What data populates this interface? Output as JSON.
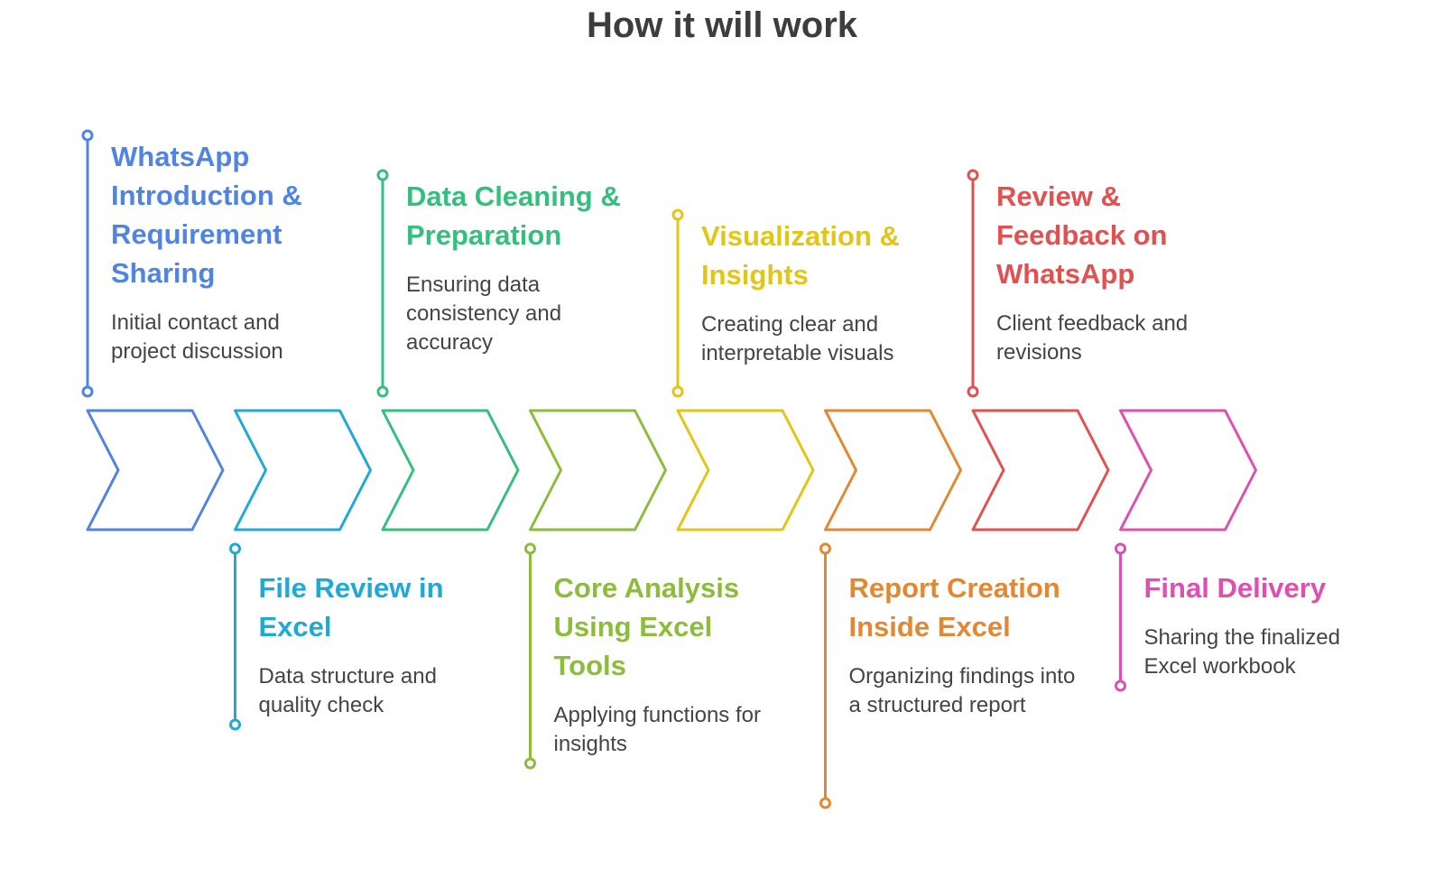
{
  "page": {
    "title": "How it will work"
  },
  "steps": [
    {
      "title": "WhatsApp Introduction & Requirement Sharing",
      "description": "Initial contact and project discussion",
      "color": "#4f84e2",
      "position": "top"
    },
    {
      "title": "File Review in Excel",
      "description": "Data structure and quality check",
      "color": "#1fa9d6",
      "position": "bottom"
    },
    {
      "title": "Data Cleaning & Preparation",
      "description": "Ensuring data consistency and accuracy",
      "color": "#34bf7d",
      "position": "top"
    },
    {
      "title": "Core Analysis Using Excel Tools",
      "description": "Applying functions for insights",
      "color": "#8cbd3a",
      "position": "bottom"
    },
    {
      "title": "Visualization & Insights",
      "description": "Creating clear and interpretable visuals",
      "color": "#e3c614",
      "position": "top"
    },
    {
      "title": "Report Creation Inside Excel",
      "description": "Organizing findings into a structured report",
      "color": "#e38832",
      "position": "bottom"
    },
    {
      "title": "Review & Feedback on WhatsApp",
      "description": "Client feedback and revisions",
      "color": "#e2504f",
      "position": "top"
    },
    {
      "title": "Final Delivery",
      "description": "Sharing the finalized Excel workbook",
      "color": "#df4fb2",
      "position": "bottom"
    }
  ]
}
